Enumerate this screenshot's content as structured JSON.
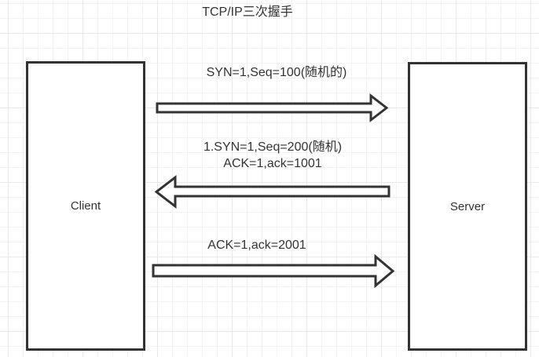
{
  "title": "TCP/IP三次握手",
  "colors": {
    "background": "#ffffff",
    "grid_minor": "#f3f3f3",
    "grid_major": "#e8e8e8",
    "shape_stroke": "#333333",
    "shape_fill": "#ffffff",
    "text": "#333333"
  },
  "nodes": {
    "client": {
      "label": "Client"
    },
    "server": {
      "label": "Server"
    }
  },
  "messages": [
    {
      "from": "client",
      "to": "server",
      "direction": "right",
      "label": "SYN=1,Seq=100(随机的)"
    },
    {
      "from": "server",
      "to": "client",
      "direction": "left",
      "label_line1": "1.SYN=1,Seq=200(随机)",
      "label_line2": "ACK=1,ack=1001"
    },
    {
      "from": "client",
      "to": "server",
      "direction": "right",
      "label": "ACK=1,ack=2001"
    }
  ]
}
